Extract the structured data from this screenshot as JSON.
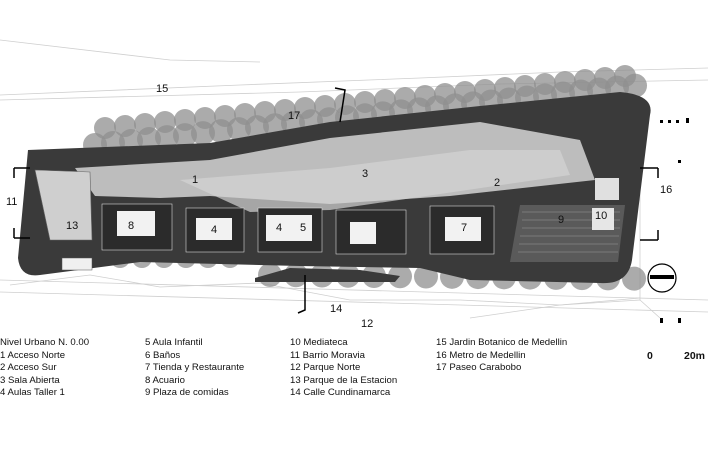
{
  "legend": {
    "title": "Nivel Urbano N. 0.00",
    "col1": [
      "1 Acceso Norte",
      "2 Acceso Sur",
      "3 Sala Abierta",
      "4 Aulas Taller 1"
    ],
    "col2": [
      "5 Aula Infantil",
      "6 Baños",
      "7 Tienda y Restaurante",
      "8 Acuario",
      "9 Plaza de comidas"
    ],
    "col3": [
      "10 Mediateca",
      "11 Barrio Moravia",
      "12 Parque Norte",
      "13 Parque de la Estacion",
      "14 Calle Cundinamarca"
    ],
    "col4": [
      "15 Jardin Botanico de Medellin",
      "16 Metro de Medellin",
      "17 Paseo Carabobo"
    ]
  },
  "plan_labels": {
    "l1": "1",
    "l2": "2",
    "l3": "3",
    "l4a": "4",
    "l4b": "4",
    "l5": "5",
    "l7": "7",
    "l8": "8",
    "l9": "9",
    "l10": "10",
    "l11": "11",
    "l12": "12",
    "l13": "13",
    "l14": "14",
    "l15": "15",
    "l16": "16",
    "l17": "17"
  },
  "scale": {
    "start": "0",
    "end": "20m"
  },
  "colors": {
    "building": "#3a3a3a",
    "courtyard": "#bdbdbd",
    "trees": "#8f8f8f",
    "lines": "#c8c8c8"
  }
}
